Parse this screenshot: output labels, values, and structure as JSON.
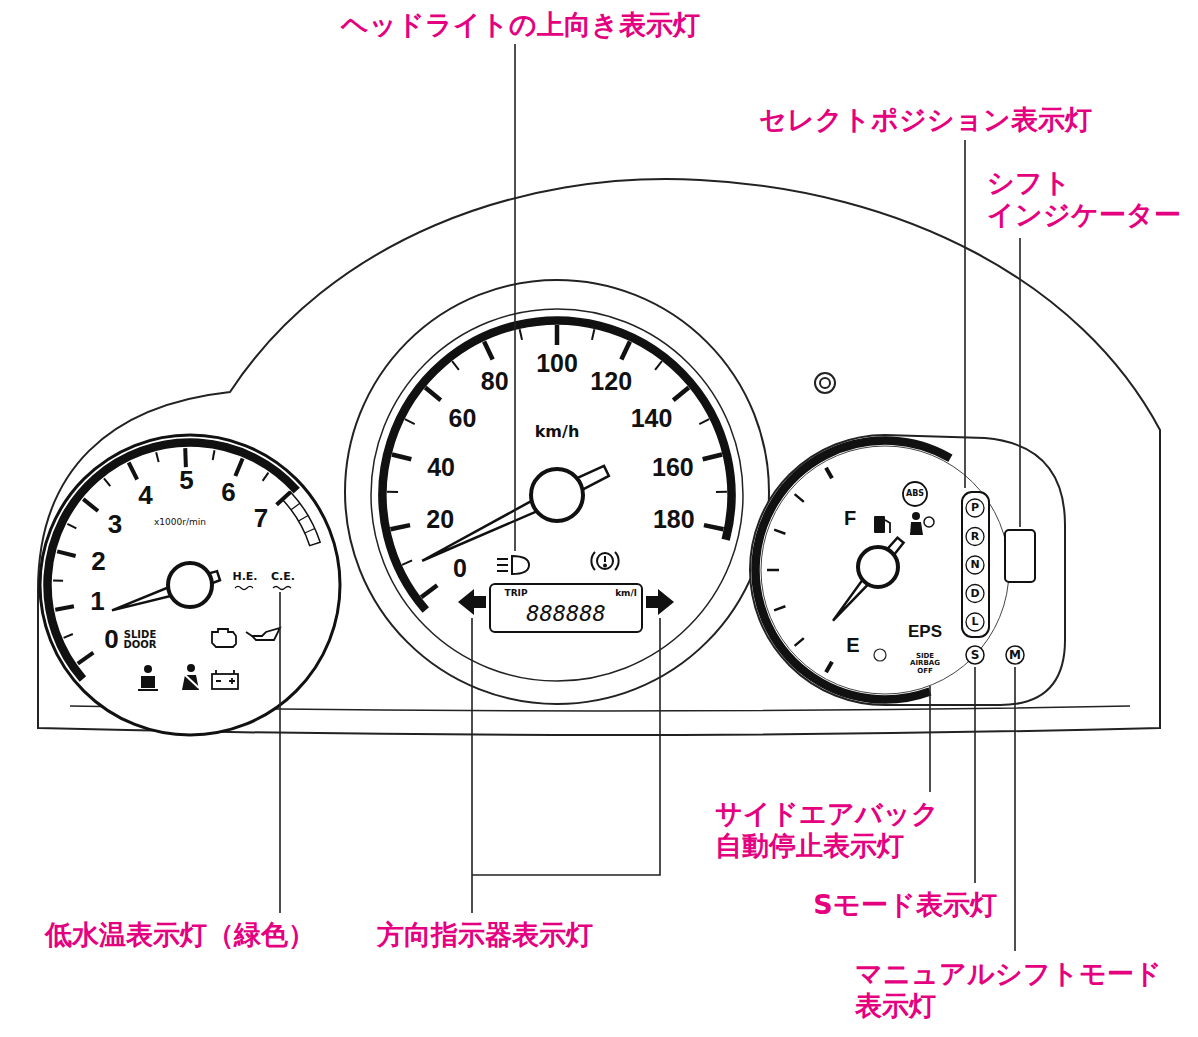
{
  "diagram": {
    "labels": [
      "ヘッドライトの上向き表示灯",
      "セレクトポジション表示灯",
      "シフト インジケーター",
      "サイドエアバック 自動停止表示灯",
      "Sモード表示灯",
      "マニュアルシフトモード 表示灯",
      "低水温表示灯（緑色）",
      "方向指示器表示灯",
      "0",
      "1",
      "2",
      "3",
      "4",
      "5",
      "6",
      "7",
      "x1000r/min",
      "H.E.",
      "C.E.",
      "SLIDE DOOR",
      "0",
      "20",
      "40",
      "60",
      "80",
      "100",
      "120",
      "140",
      "160",
      "180",
      "km/h",
      "TRIP",
      "km/l",
      "888888",
      "ABS",
      "F",
      "E",
      "P",
      "R",
      "N",
      "D",
      "L",
      "EPS",
      "SIDE AIRBAG OFF",
      "S",
      "M"
    ]
  }
}
